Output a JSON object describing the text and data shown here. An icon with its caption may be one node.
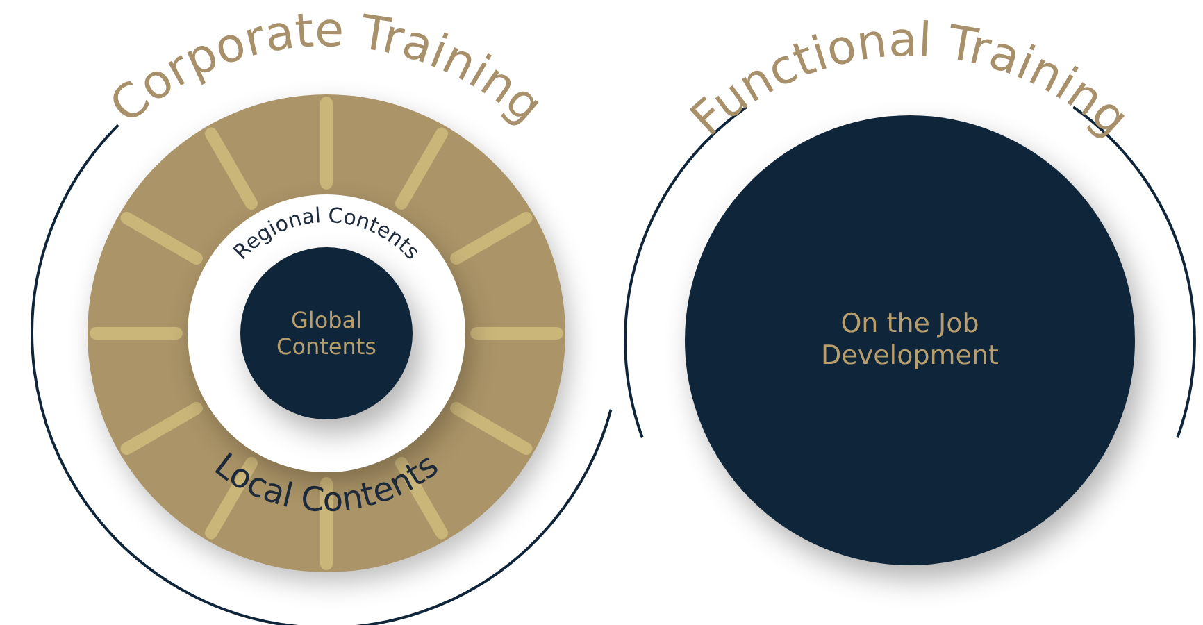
{
  "diagram": {
    "nodes": [
      {
        "text": [
          "Corporate Training"
        ]
      },
      {
        "text": [
          "Local Contents"
        ],
        "in": 0
      },
      {
        "text": [
          "Regional Contents"
        ],
        "in": 1
      },
      {
        "text": [
          "Global Contents"
        ],
        "in": 2
      },
      {
        "text": [
          "Functional Training"
        ]
      },
      {
        "text": [
          "On the Job Development"
        ],
        "in": 4
      }
    ]
  }
}
